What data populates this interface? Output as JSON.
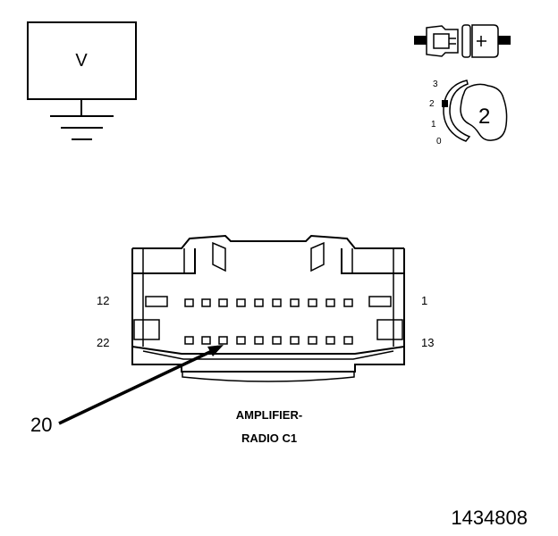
{
  "meter": {
    "letter": "V"
  },
  "probe_positions": {
    "labels": [
      "3",
      "2",
      "1",
      "0"
    ],
    "selected": "2"
  },
  "connector": {
    "pin_labels": {
      "top_left": "12",
      "top_right": "1",
      "bottom_left": "22",
      "bottom_right": "13"
    },
    "callout": "20",
    "name_line1": "AMPLIFIER-",
    "name_line2": "RADIO C1"
  },
  "figure_number": "1434808"
}
